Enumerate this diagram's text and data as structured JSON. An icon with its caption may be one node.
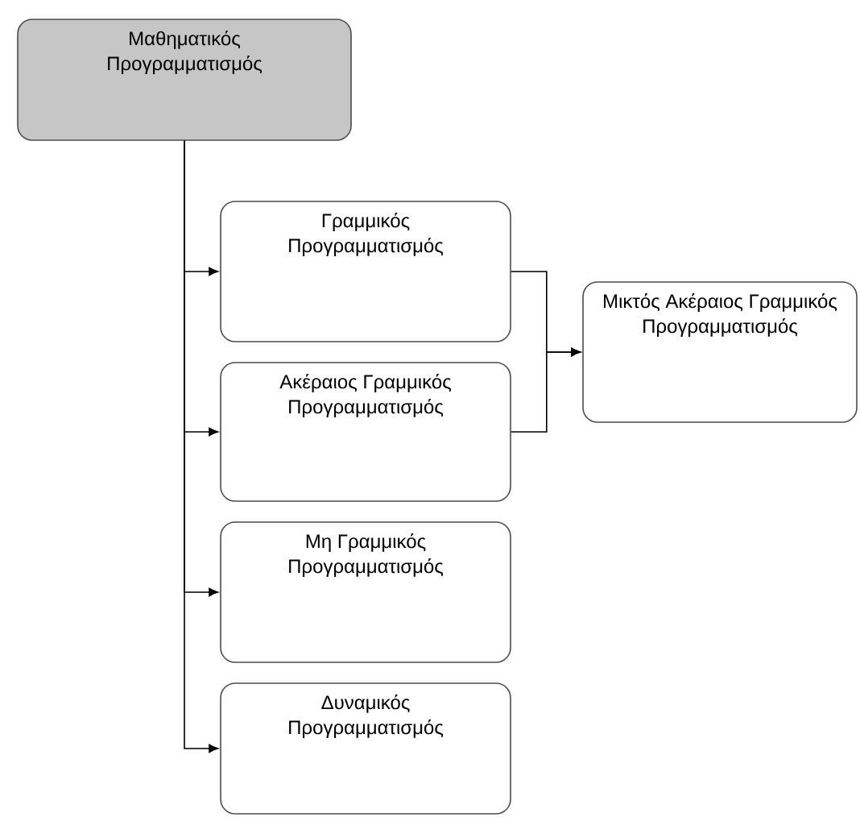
{
  "diagram": {
    "nodes": [
      {
        "text": [
          "Μαθηματικός Προγραμματισμός"
        ]
      },
      {
        "text": [
          "Γραμμικός Προγραμματισμός"
        ]
      },
      {
        "text": [
          "Ακέραιος Γραμμικός Προγραμματισμός"
        ]
      },
      {
        "text": [
          "Μη Γραμμικός Προγραμματισμός"
        ]
      },
      {
        "text": [
          "Δυναμικός Προγραμματισμός"
        ]
      },
      {
        "text": [
          "Μικτός Ακέραιος Γραμμικός Προγραμματισμός"
        ]
      }
    ],
    "edges": [
      {
        "from": 0,
        "to": 1,
        "arrow": "to"
      },
      {
        "from": 0,
        "to": 2,
        "arrow": "to"
      },
      {
        "from": 0,
        "to": 3,
        "arrow": "to"
      },
      {
        "from": 0,
        "to": 4,
        "arrow": "to"
      },
      {
        "from": 1,
        "to": 5,
        "arrow": "to"
      },
      {
        "from": 2,
        "to": 5,
        "arrow": "to"
      }
    ]
  }
}
